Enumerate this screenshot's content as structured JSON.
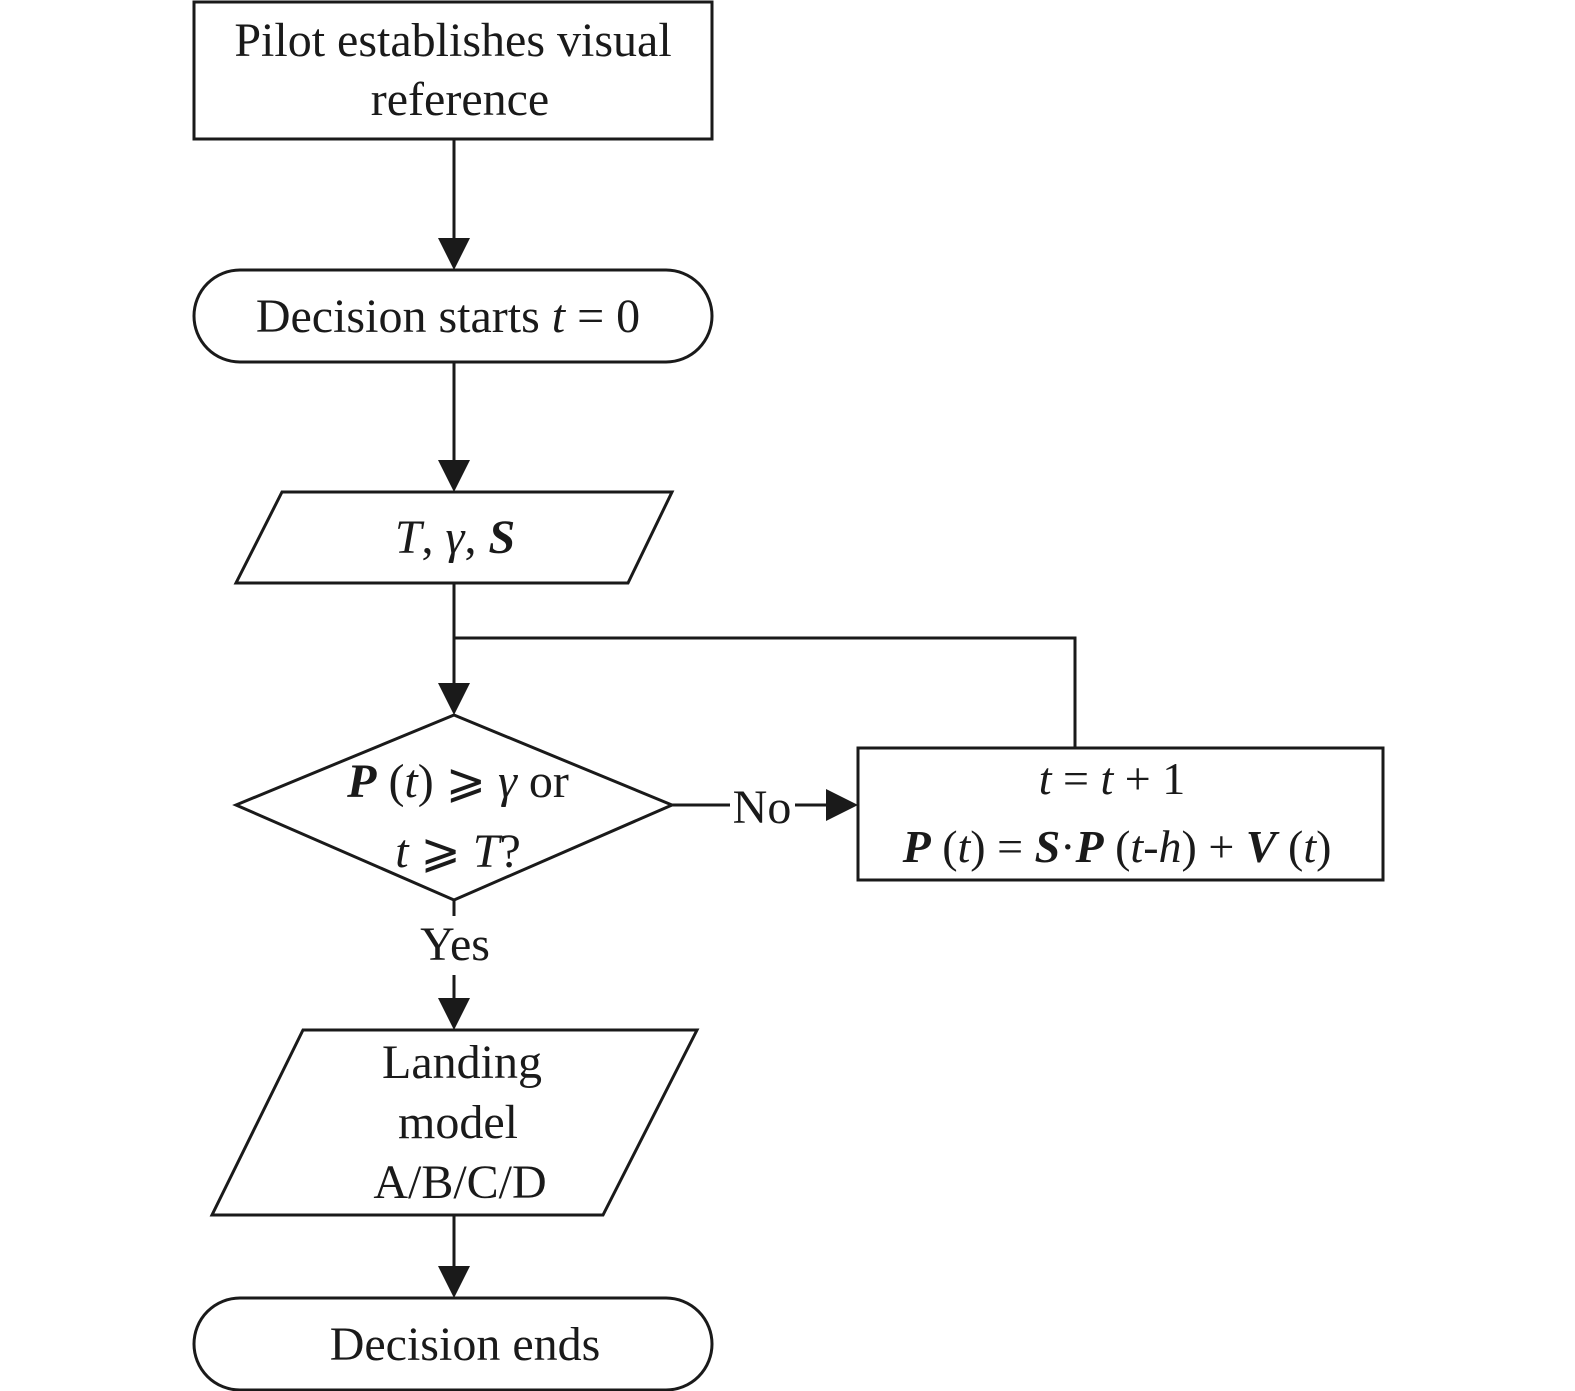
{
  "nodes": {
    "start_box": {
      "line1": "Pilot establishes visual",
      "line2": "reference"
    },
    "decision_start": {
      "text": "Decision starts ",
      "var": "t",
      "rest": " = 0"
    },
    "inputs": {
      "T": "T",
      "sep1": ", ",
      "gamma": "γ",
      "sep2": ", ",
      "S": "S"
    },
    "condition": {
      "line1": {
        "P": "P",
        "t_open": " (",
        "t": "t",
        "t_close": ") ",
        "geq": "⩾",
        "sp": " ",
        "gamma": "γ",
        "or": " or"
      },
      "line2": {
        "t": "t",
        "geq": " ⩾ ",
        "T": "T",
        "q": "?"
      }
    },
    "update_box": {
      "line1": {
        "t1": "t",
        "eq": " = ",
        "t2": "t",
        "plus1": " + 1"
      },
      "line2": {
        "P1": "P",
        "o1": " (",
        "t1": "t",
        "c1": ") = ",
        "S": "S",
        "dot": "·",
        "P2": "P",
        "o2": " (",
        "t2": "t",
        "dash": "-",
        "h": "h",
        "c2": ") + ",
        "V": "V",
        "o3": " (",
        "t3": "t",
        "c3": ")"
      }
    },
    "landing": {
      "line1": "Landing",
      "line2": "model",
      "line3": "A/B/C/D"
    },
    "end": {
      "text": "Decision ends"
    }
  },
  "edges": {
    "no_label": "No",
    "yes_label": "Yes"
  }
}
